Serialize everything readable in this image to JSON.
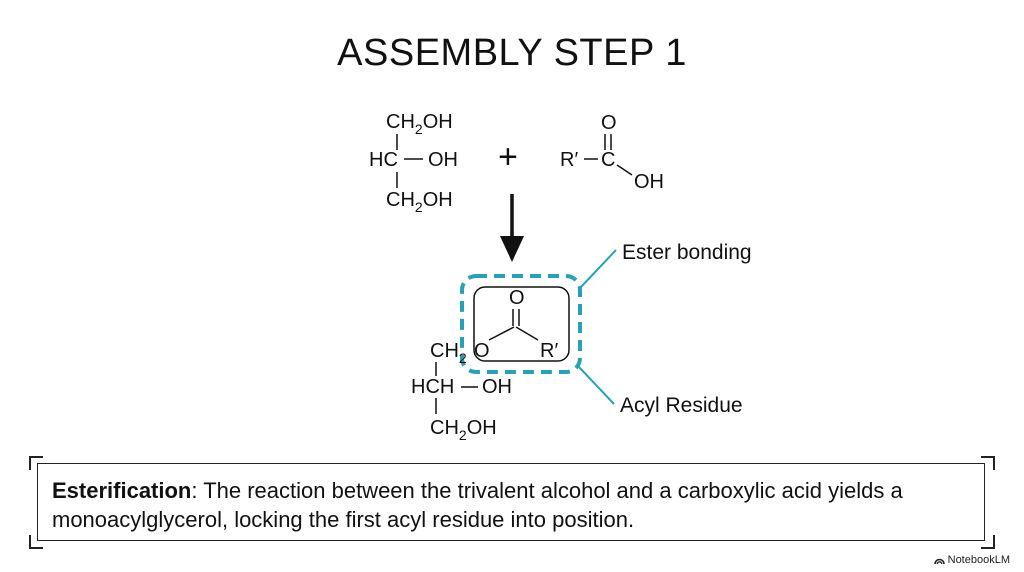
{
  "title": "ASSEMBLY STEP 1",
  "glycerol": {
    "top": "CH",
    "top_sub": "2",
    "top_tail": "OH",
    "middle_left": "HC",
    "middle_right": "OH",
    "bottom": "CH",
    "bottom_sub": "2",
    "bottom_tail": "OH"
  },
  "plus": "+",
  "acid": {
    "r_group": "R′",
    "carbon": "C",
    "oxygen": "O",
    "hydroxyl": "OH"
  },
  "product": {
    "ch2": "CH",
    "ch2_sub": "2",
    "ester_o": "O",
    "carbonyl_o": "O",
    "r_group": "R′",
    "hch": "HCH",
    "hch_oh": "OH",
    "bottom": "CH",
    "bottom_sub": "2",
    "bottom_tail": "OH"
  },
  "callouts": {
    "ester": "Ester bonding",
    "acyl": "Acyl Residue"
  },
  "caption": {
    "term": "Esterification",
    "text": ": The reaction between the trivalent alcohol and a carboxylic acid yields a monoacylglycerol, locking the first acyl residue into position."
  },
  "footer": "NotebookLM",
  "colors": {
    "accent": "#2aa0b8",
    "ink": "#111111"
  }
}
